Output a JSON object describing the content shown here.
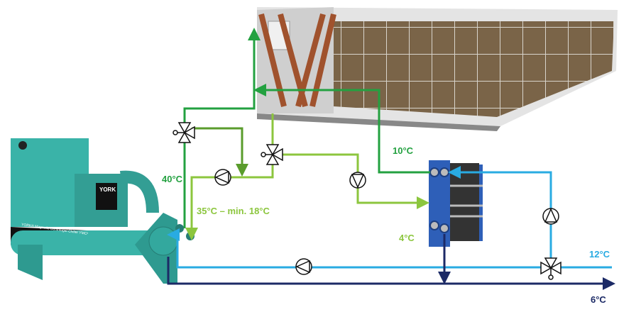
{
  "labels": {
    "hot_supply": "40°C",
    "condenser_return": "35°C – min. 18°C",
    "cooler_return": "10°C",
    "hx_supply": "4°C",
    "chilled_return": "12°C",
    "chilled_supply": "6°C"
  },
  "equipment": {
    "chiller_logo": "YORK",
    "chiller_caption": "YORK® Magnetic Centrifugal Chiller   YMC²"
  },
  "colors": {
    "dark_green": "#23a140",
    "olive_green": "#5a9c2c",
    "light_green": "#8cc63e",
    "light_blue": "#29abe2",
    "navy": "#1c2a66",
    "chiller": "#3ab3a8",
    "hx": "#2e5fb8"
  },
  "icons": [
    "pump-icon",
    "three-way-valve-icon",
    "dry-cooler-image",
    "chiller-image",
    "plate-heat-exchanger-image"
  ]
}
